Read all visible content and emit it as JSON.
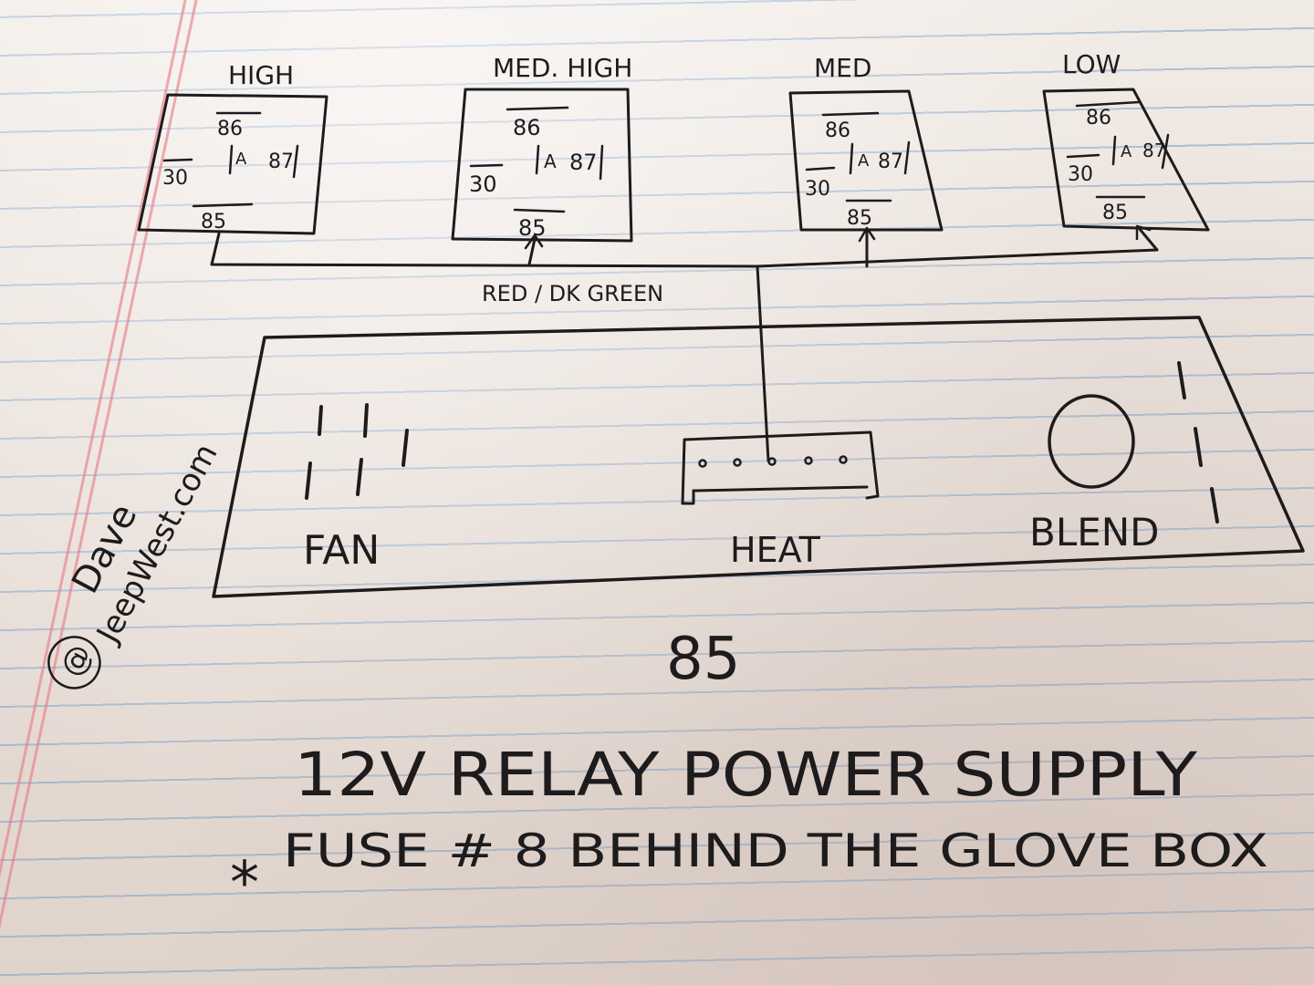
{
  "relays": [
    {
      "title": "HIGH",
      "pin_top": "86",
      "pin_left": "30",
      "pin_mid": "A",
      "pin_right": "87",
      "pin_bottom": "85"
    },
    {
      "title": "MED. HIGH",
      "pin_top": "86",
      "pin_left": "30",
      "pin_mid": "A",
      "pin_right": "87",
      "pin_bottom": "85"
    },
    {
      "title": "MED",
      "pin_top": "86",
      "pin_left": "30",
      "pin_mid": "A",
      "pin_right": "87",
      "pin_bottom": "85"
    },
    {
      "title": "LOW",
      "pin_top": "86",
      "pin_left": "30",
      "pin_mid": "A",
      "pin_right": "87",
      "pin_bottom": "85"
    }
  ],
  "wire_label": "RED / DK GREEN",
  "panel": {
    "fan_label": "FAN",
    "heat_label": "HEAT",
    "blend_label": "BLEND"
  },
  "signature": {
    "name": "Dave",
    "site": "JeepWest.com",
    "symbol": "@"
  },
  "pin_number": "85",
  "title": "12V RELAY POWER SUPPLY",
  "note_marker": "*",
  "note": "FUSE # 8   BEHIND THE GLOVE BOX"
}
